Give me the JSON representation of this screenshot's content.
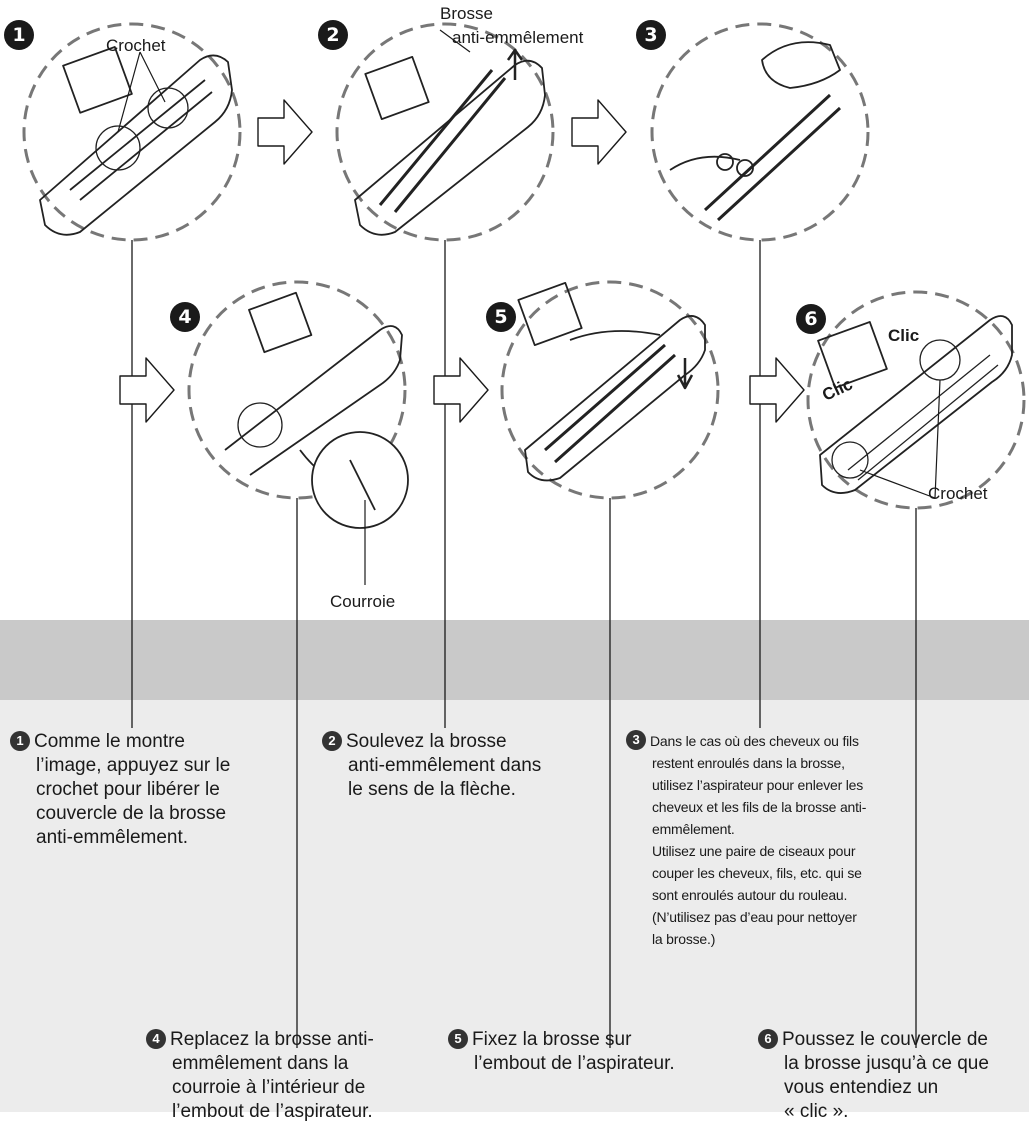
{
  "labels": {
    "crochet_top": "Crochet",
    "brush_line1": "Brosse",
    "brush_line2": "anti-emmêlement",
    "courroie": "Courroie",
    "clic_1": "Clic",
    "clic_2": "Clic",
    "crochet_bottom": "Crochet"
  },
  "step_numbers": [
    "1",
    "2",
    "3",
    "4",
    "5",
    "6"
  ],
  "steps": [
    {
      "num": "1",
      "first": "Comme le montre",
      "rest": "l’image, appuyez sur le\ncrochet pour libérer le\ncouvercle de la brosse\nanti-emmêlement."
    },
    {
      "num": "2",
      "first": "Soulevez la brosse",
      "rest": "anti-emmêlement dans\nle sens de la flèche."
    },
    {
      "num": "3",
      "first": "Dans le cas où des cheveux ou fils",
      "rest": "restent enroulés dans la brosse,\nutilisez l’aspirateur pour enlever les\ncheveux et les fils de la brosse anti-\nemmêlement.\nUtilisez une paire de ciseaux pour\ncouper les cheveux, fils, etc. qui se\nsont enroulés autour du rouleau.\n(N’utilisez pas d’eau pour nettoyer\nla brosse.)"
    },
    {
      "num": "4",
      "first": "Replacez la brosse anti-",
      "rest": "emmêlement dans la\ncourroie à l’intérieur de\nl’embout de l’aspirateur."
    },
    {
      "num": "5",
      "first": "Fixez la brosse sur",
      "rest": "l’embout de l’aspirateur."
    },
    {
      "num": "6",
      "first": "Poussez le couvercle de",
      "rest": "la brosse jusqu’à ce que\nvous entendiez un\n« clic »."
    }
  ]
}
